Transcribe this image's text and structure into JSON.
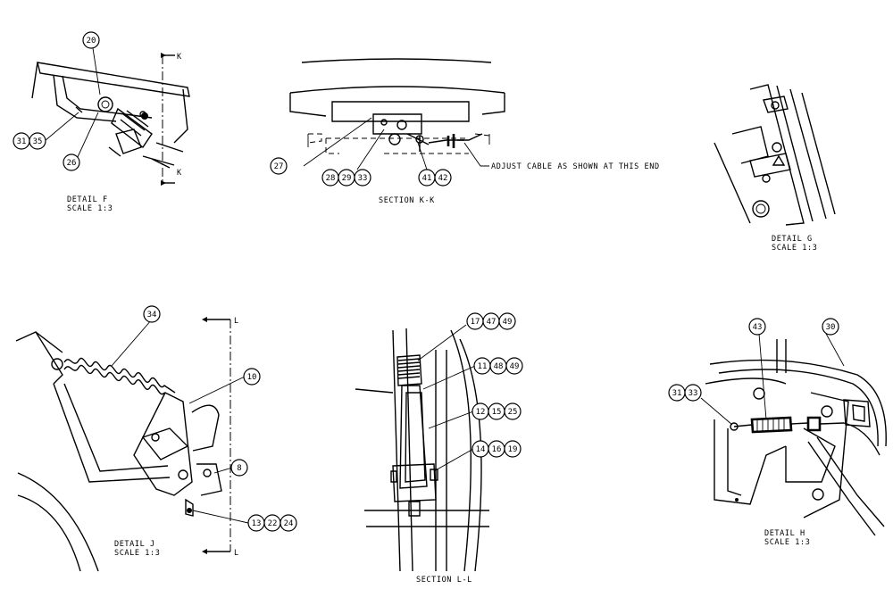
{
  "details": {
    "f": {
      "title": "DETAIL  F",
      "scale": "SCALE  1:3",
      "section_mark": "K"
    },
    "kk": {
      "title": "SECTION  K-K",
      "note": "ADJUST CABLE AS SHOWN AT THIS END"
    },
    "g": {
      "title": "DETAIL  G",
      "scale": "SCALE  1:3"
    },
    "j": {
      "title": "DETAIL  J",
      "scale": "SCALE  1:3",
      "section_mark": "L"
    },
    "ll": {
      "title": "SECTION  L-L"
    },
    "h": {
      "title": "DETAIL  H",
      "scale": "SCALE  1:3"
    }
  },
  "callouts": {
    "f": [
      "20",
      "31",
      "35",
      "26"
    ],
    "kk": [
      "27",
      "28",
      "29",
      "33",
      "41",
      "42"
    ],
    "j": [
      "34",
      "10",
      "8",
      "13",
      "22",
      "24"
    ],
    "ll": [
      "17",
      "47",
      "49",
      "11",
      "48",
      "49",
      "12",
      "15",
      "25",
      "14",
      "16",
      "19"
    ],
    "h": [
      "43",
      "30",
      "31",
      "33"
    ]
  }
}
